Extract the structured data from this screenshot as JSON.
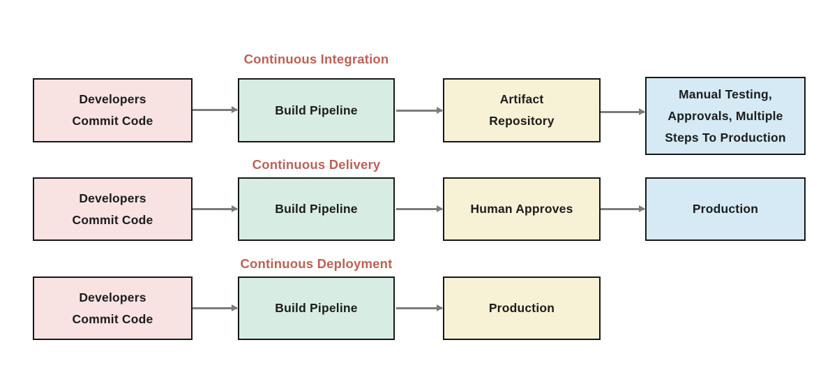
{
  "colors": {
    "background": "#ffffff",
    "title": "#bd6156",
    "box_border": "#161616",
    "box_text": "#1c1c1c",
    "arrow": "#7b7b7b",
    "pink_fill": "#f8e2e2",
    "green_fill": "#d7ede3",
    "yellow_fill": "#f7f2d5",
    "blue_fill": "#d5eaf4"
  },
  "rows": [
    {
      "title": "Continuous Integration",
      "boxes": [
        {
          "label": "Developers\nCommit Code",
          "fill": "#f8e2e2"
        },
        {
          "label": "Build Pipeline",
          "fill": "#d7ede3"
        },
        {
          "label": "Artifact\nRepository",
          "fill": "#f7f2d5"
        },
        {
          "label": "Manual Testing,\nApprovals, Multiple\nSteps To Production",
          "fill": "#d5eaf4"
        }
      ]
    },
    {
      "title": "Continuous Delivery",
      "boxes": [
        {
          "label": "Developers\nCommit Code",
          "fill": "#f8e2e2"
        },
        {
          "label": "Build Pipeline",
          "fill": "#d7ede3"
        },
        {
          "label": "Human Approves",
          "fill": "#f7f2d5"
        },
        {
          "label": "Production",
          "fill": "#d5eaf4"
        }
      ]
    },
    {
      "title": "Continuous Deployment",
      "boxes": [
        {
          "label": "Developers\nCommit Code",
          "fill": "#f8e2e2"
        },
        {
          "label": "Build Pipeline",
          "fill": "#d7ede3"
        },
        {
          "label": "Production",
          "fill": "#f7f2d5"
        }
      ]
    }
  ]
}
